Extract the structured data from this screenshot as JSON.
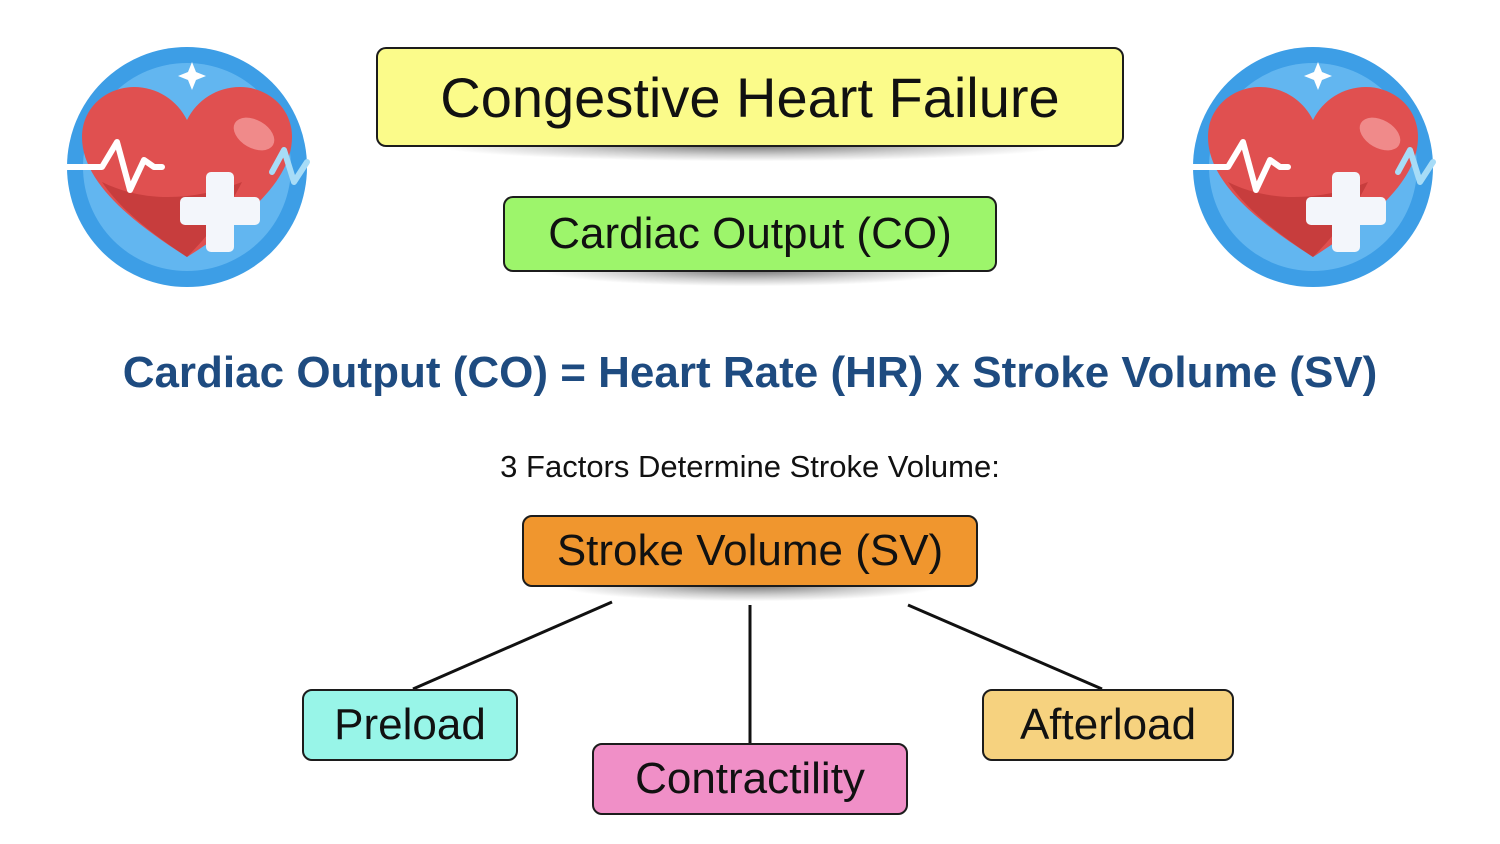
{
  "title": "Congestive Heart Failure",
  "subtitle": "Cardiac Output (CO)",
  "formula": "Cardiac Output (CO) = Heart Rate (HR) x Stroke Volume (SV)",
  "factors_heading": "3 Factors Determine Stroke Volume:",
  "root_node": "Stroke Volume (SV)",
  "children": [
    "Preload",
    "Contractility",
    "Afterload"
  ],
  "colors": {
    "title_bg": "#fbfb8a",
    "subtitle_bg": "#9df56b",
    "root_bg": "#f0962e",
    "preload_bg": "#98f5e8",
    "contractility_bg": "#f08fc7",
    "afterload_bg": "#f6d27f",
    "formula_text": "#1e4b80"
  },
  "icons": [
    "heart-health-icon",
    "heart-health-icon"
  ]
}
